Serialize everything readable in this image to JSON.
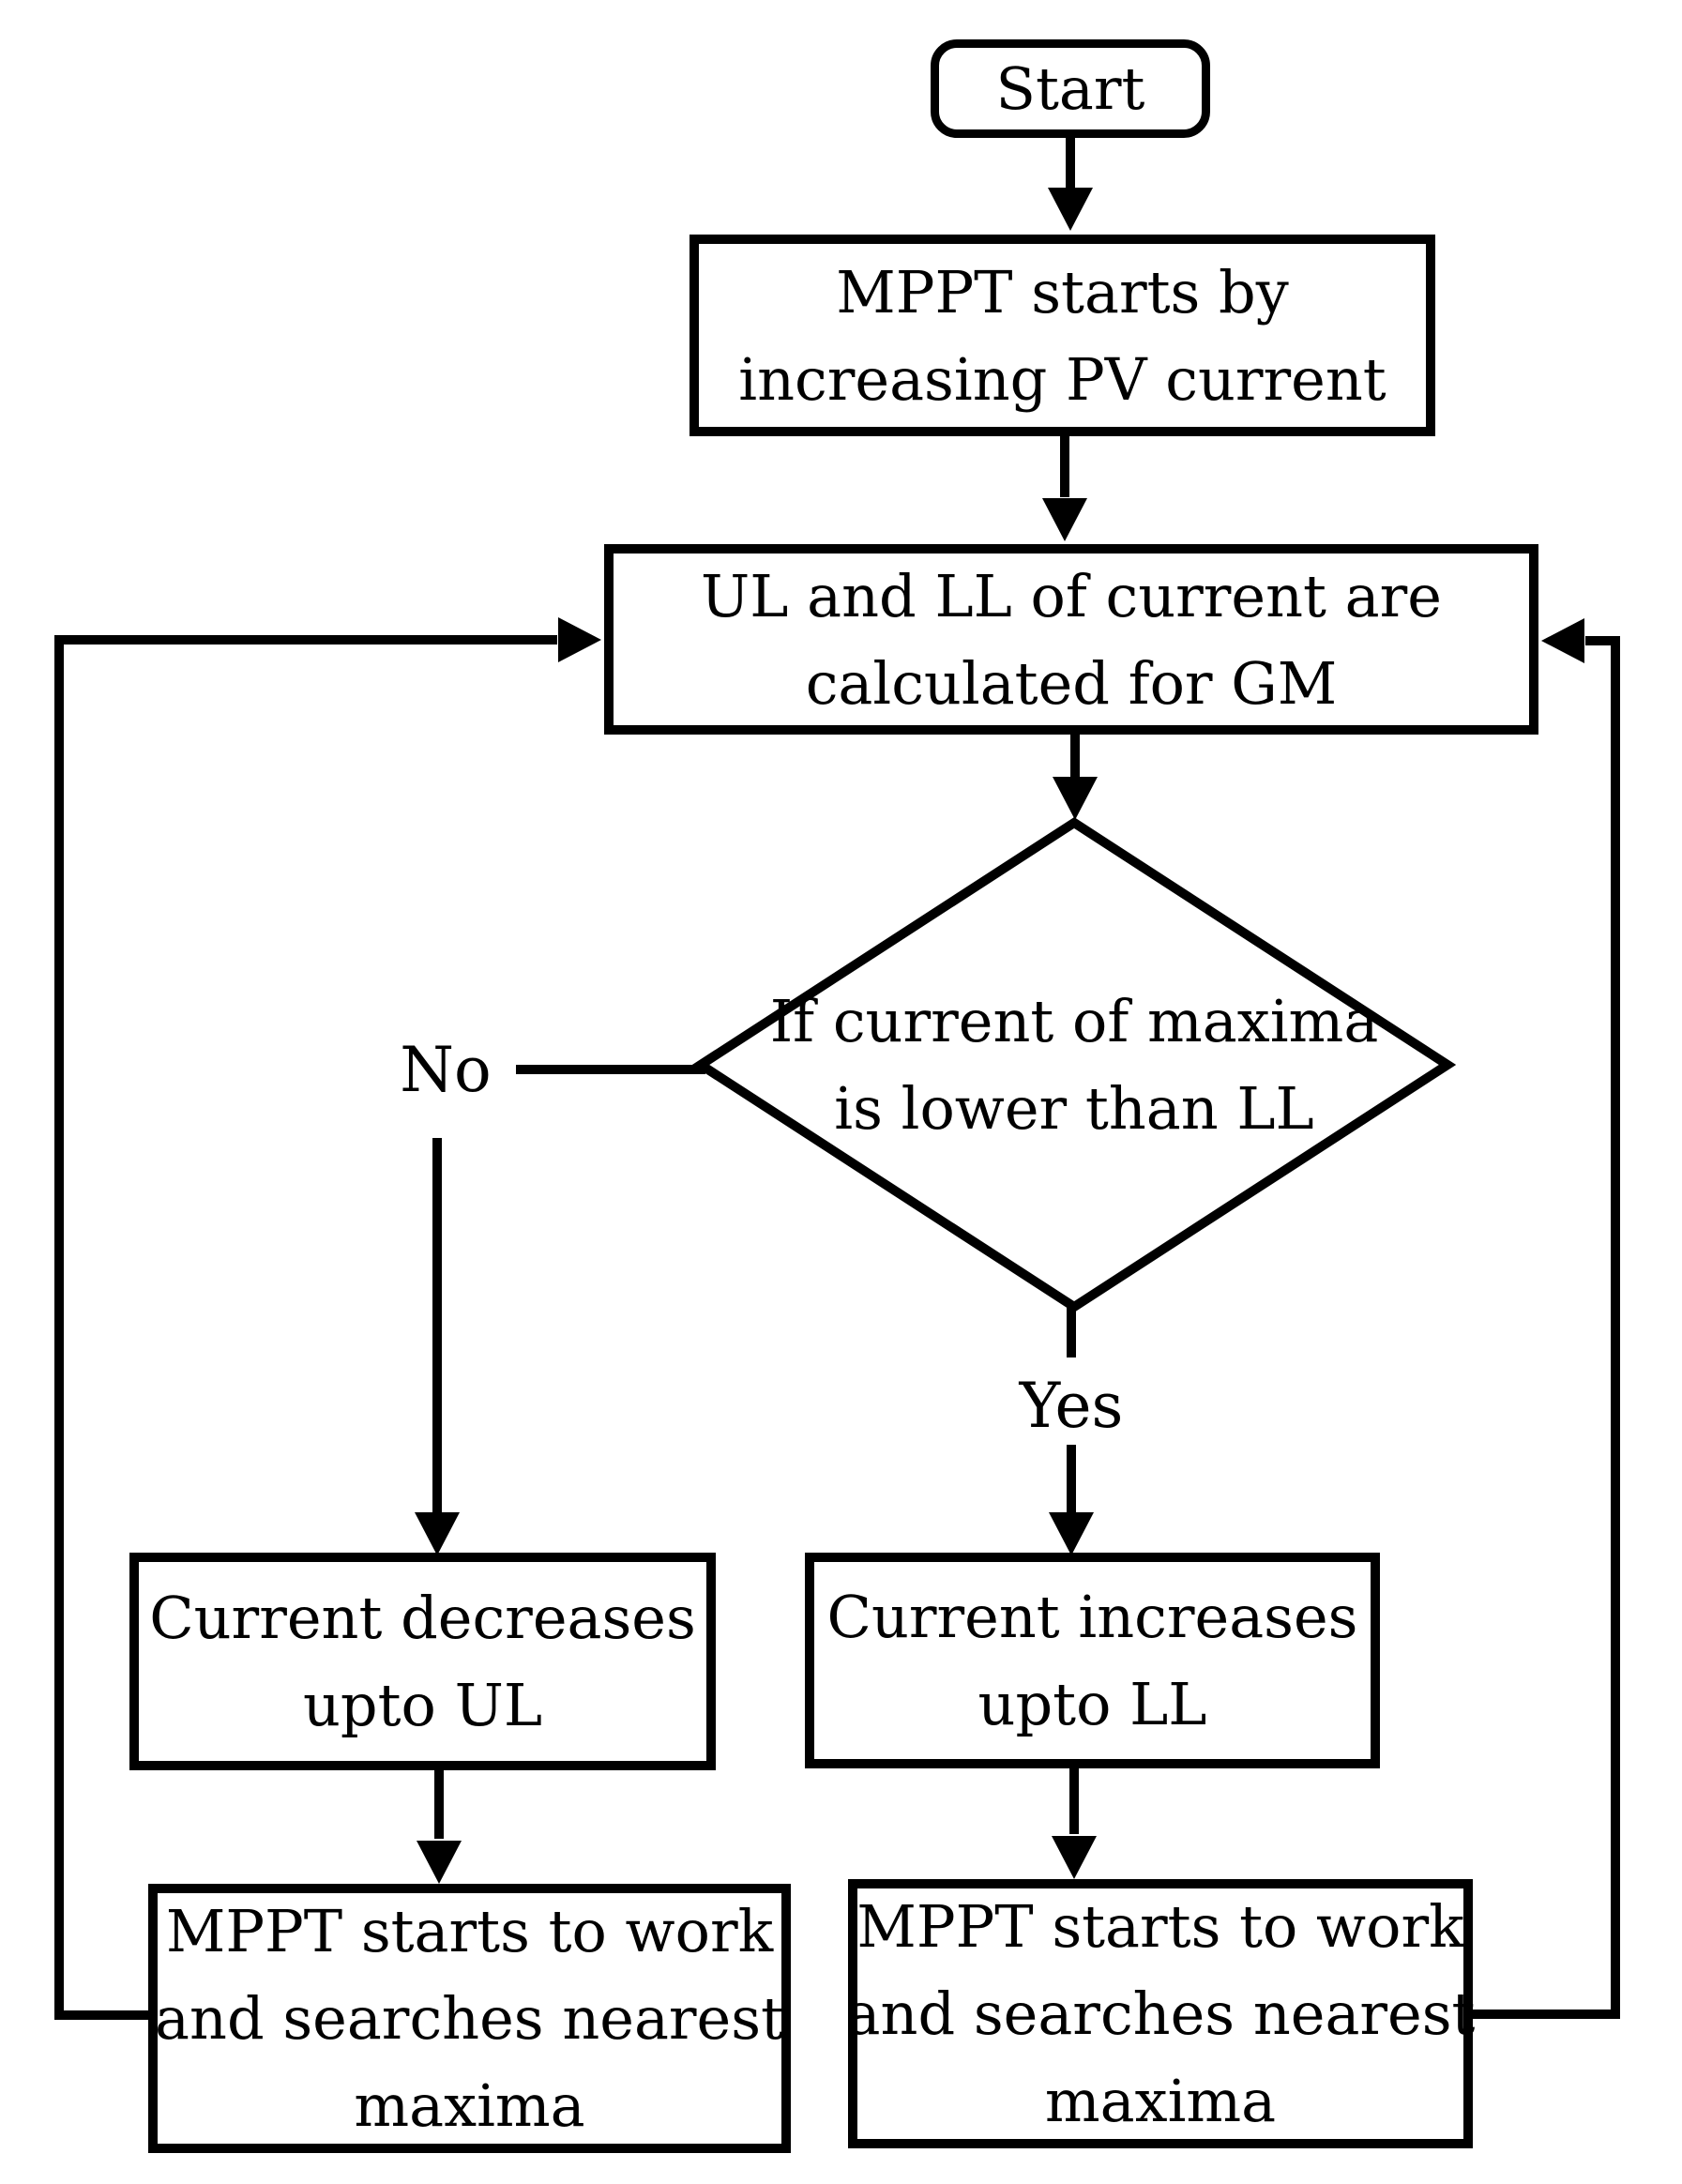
{
  "flowchart": {
    "background_color": "#ffffff",
    "line_color": "#000000",
    "text_color": "#000000",
    "nodes": {
      "start": {
        "type": "terminator",
        "lines": [
          "Start"
        ]
      },
      "mppt_start": {
        "type": "process",
        "lines": [
          "MPPT starts by",
          "increasing PV current"
        ]
      },
      "ul_ll": {
        "type": "process",
        "lines": [
          "UL and LL of current are",
          "calculated for GM"
        ]
      },
      "decision": {
        "type": "decision",
        "lines": [
          "If current of maxima",
          "is lower than LL"
        ]
      },
      "current_decreases": {
        "type": "process",
        "lines": [
          "Current decreases",
          "upto UL"
        ]
      },
      "current_increases": {
        "type": "process",
        "lines": [
          "Current increases",
          "upto LL"
        ]
      },
      "mppt_work_left": {
        "type": "process",
        "lines": [
          "MPPT starts to work",
          "and searches nearest",
          "maxima"
        ]
      },
      "mppt_work_right": {
        "type": "process",
        "lines": [
          "MPPT starts to work",
          "and searches nearest",
          "maxima"
        ]
      }
    },
    "edge_labels": {
      "no": "No",
      "yes": "Yes"
    }
  }
}
